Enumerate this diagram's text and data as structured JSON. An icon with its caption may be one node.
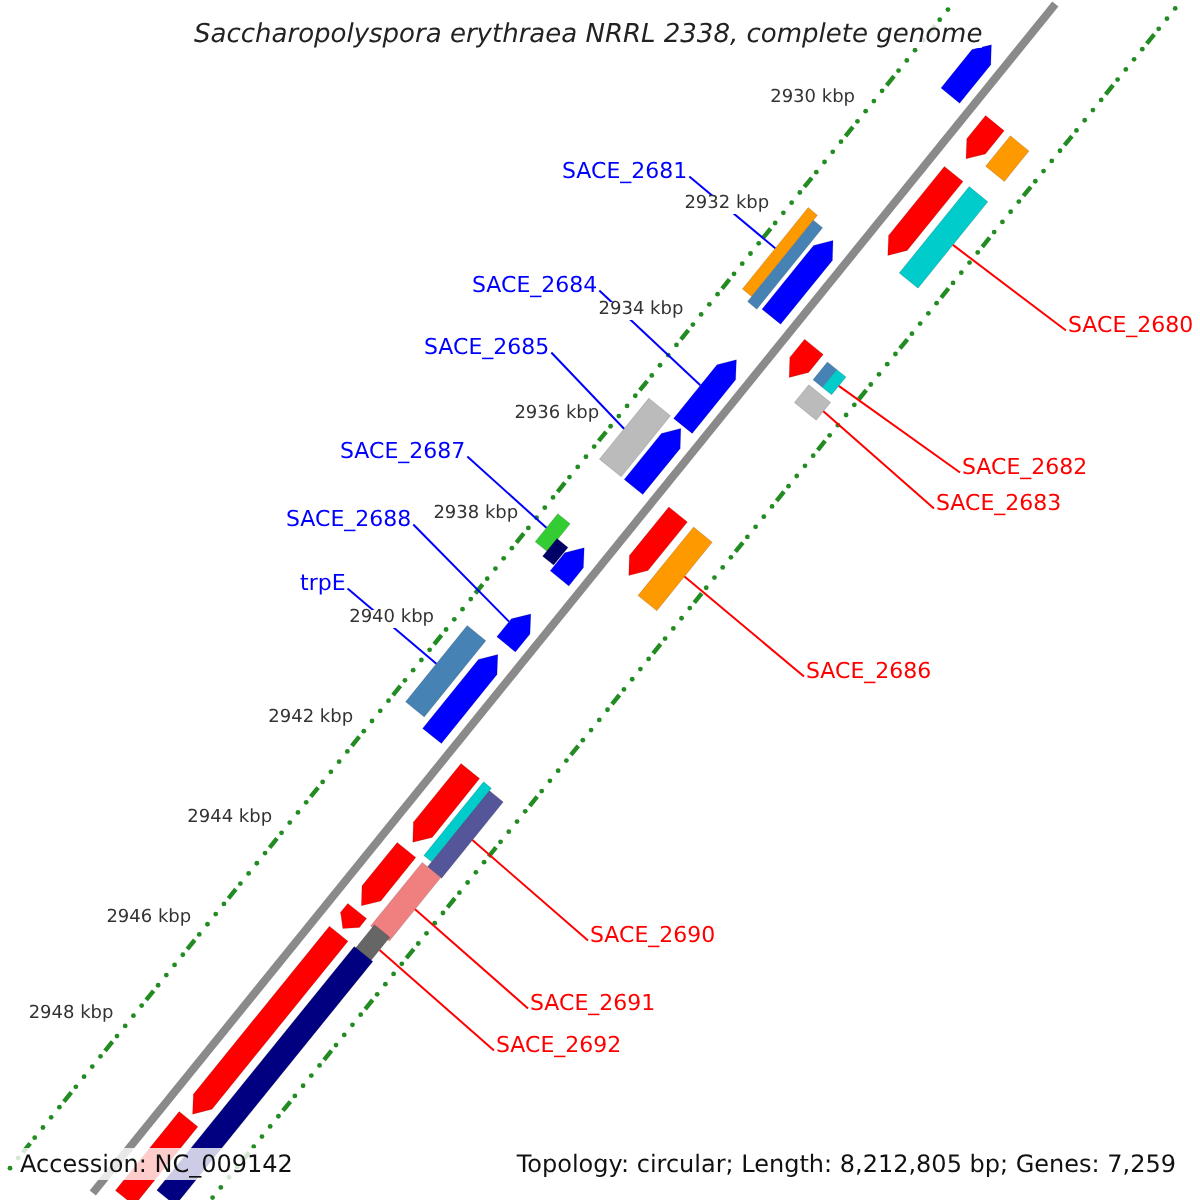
{
  "diagram": {
    "title": "Saccharopolyspora erythraea NRRL 2338, complete genome",
    "nodes": [
      {
        "text": [
          "SACE_2681"
        ]
      },
      {
        "text": [
          "SACE_2684"
        ]
      },
      {
        "text": [
          "SACE_2680"
        ]
      },
      {
        "text": [
          "SACE_2685"
        ]
      },
      {
        "text": [
          "SACE_2687"
        ]
      },
      {
        "text": [
          "SACE_2682"
        ]
      },
      {
        "text": [
          "SACE_2683"
        ]
      },
      {
        "text": [
          "SACE_2688"
        ]
      },
      {
        "text": [
          "trpE"
        ]
      },
      {
        "text": [
          "SACE_2686"
        ]
      },
      {
        "text": [
          "SACE_2690"
        ]
      },
      {
        "text": [
          "SACE_2691"
        ]
      },
      {
        "text": [
          "SACE_2692"
        ]
      },
      {
        "text": [],
        "shape": "bar"
      },
      {
        "text": [],
        "shape": "bar"
      },
      {
        "text": [],
        "shape": "bar"
      },
      {
        "text": [],
        "shape": "bar"
      },
      {
        "text": [],
        "shape": "bar"
      },
      {
        "text": [],
        "shape": "bar"
      },
      {
        "text": [],
        "shape": "bar"
      },
      {
        "text": [],
        "shape": "bar"
      },
      {
        "text": [],
        "shape": "bar"
      },
      {
        "text": [],
        "shape": "bar"
      },
      {
        "text": [],
        "shape": "bar"
      },
      {
        "text": [],
        "shape": "bar"
      },
      {
        "text": [],
        "shape": "bar"
      },
      {
        "text": [],
        "shape": "bar"
      },
      {
        "text": [],
        "shape": "bar"
      },
      {
        "text": [],
        "shape": "bar"
      },
      {
        "text": [],
        "shape": "bar"
      },
      {
        "text": [],
        "shape": "bar"
      },
      {
        "text": [],
        "shape": "bar"
      },
      {
        "text": [],
        "shape": "bar"
      },
      {
        "text": [],
        "shape": "bar"
      },
      {
        "text": [],
        "shape": "bar"
      },
      {
        "text": [],
        "shape": "bar"
      },
      {
        "text": [],
        "shape": "bar"
      },
      {
        "text": [],
        "shape": "bar"
      },
      {
        "text": [],
        "shape": "bar"
      },
      {
        "text": [],
        "shape": "bar"
      },
      {
        "text": [],
        "shape": "bar"
      },
      {
        "text": [],
        "shape": "bar"
      },
      {
        "text": [],
        "shape": "bar"
      },
      {
        "text": [],
        "shape": "bar"
      },
      {
        "text": [],
        "shape": "bar"
      },
      {
        "text": [],
        "shape": "bar"
      }
    ],
    "edges": [
      {
        "from": 0,
        "to": 13,
        "arrow": "none",
        "color": "#0000ff"
      },
      {
        "from": 1,
        "to": 14,
        "arrow": "none",
        "color": "#0000ff"
      },
      {
        "from": 2,
        "to": 15,
        "arrow": "none"
      },
      {
        "from": 3,
        "to": 16,
        "arrow": "none",
        "color": "#0000ff"
      },
      {
        "from": 4,
        "to": 17,
        "arrow": "none",
        "color": "#0000ff"
      },
      {
        "from": 5,
        "to": 18,
        "arrow": "none"
      },
      {
        "from": 6,
        "to": 19,
        "arrow": "none"
      },
      {
        "from": 7,
        "to": 20,
        "arrow": "none",
        "color": "#0000ff"
      },
      {
        "from": 8,
        "to": 21,
        "arrow": "none",
        "color": "#0000ff"
      },
      {
        "from": 9,
        "to": 22,
        "arrow": "none"
      },
      {
        "from": 10,
        "to": 23,
        "arrow": "none"
      },
      {
        "from": 11,
        "to": 24,
        "arrow": "none"
      },
      {
        "from": 12,
        "to": 25,
        "arrow": "none"
      }
    ],
    "labels": [
      "2930 kbp",
      "2932 kbp",
      "2934 kbp",
      "2936 kbp",
      "2938 kbp",
      "2940 kbp",
      "2942 kbp",
      "2944 kbp",
      "2946 kbp",
      "2948 kbp",
      "Accession: NC_009142",
      "Topology: circular; Length: 8,212,805 bp; Genes: 7,259"
    ]
  }
}
